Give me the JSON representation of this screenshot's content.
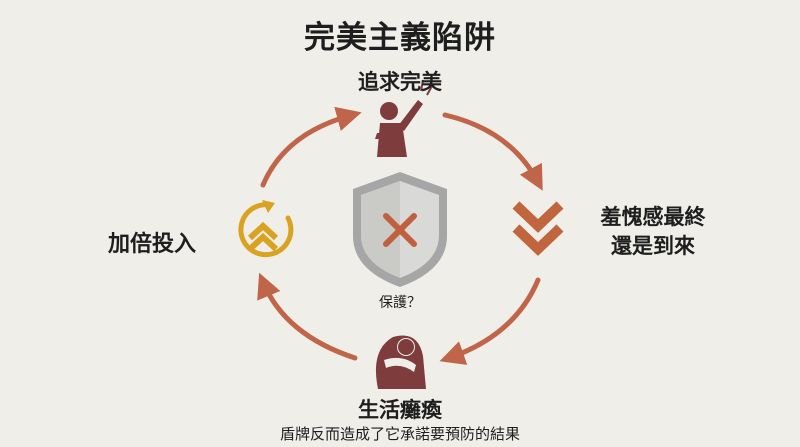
{
  "title": "完美主義陷阱",
  "nodes": {
    "top": "追求完美",
    "right_line1": "羞愧感最終",
    "right_line2": "還是到來",
    "bottom": "生活癱瘓",
    "left": "加倍投入"
  },
  "center": {
    "label": "保護？"
  },
  "caption": "盾牌反而造成了它承諾要預防的結果",
  "icons": {
    "top": "reaching-figure-icon",
    "right": "double-chevron-down-icon",
    "bottom": "crouching-figure-icon",
    "left": "circular-double-chevron-up-icon",
    "center": "shield-x-icon"
  },
  "colors": {
    "background": "#efeee9",
    "arrow": "#c0654a",
    "figure": "#7e3c3c",
    "chevron": "#c0653e",
    "gold": "#d9a321",
    "shield": "#a9a9a9",
    "cross": "#c0603e"
  }
}
